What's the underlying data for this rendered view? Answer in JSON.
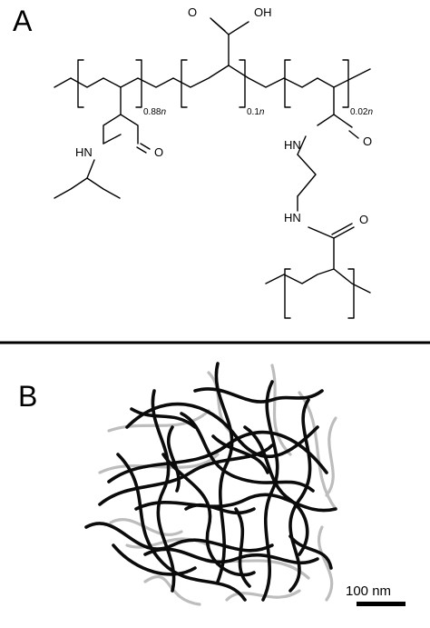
{
  "panel_a": {
    "label": "A",
    "atoms": {
      "oh": "OH",
      "o_acid": "O",
      "nh_left": "HN",
      "o_left": "O",
      "nh_right_top": "HN",
      "o_right": "O",
      "nh_right_bottom": "HN",
      "o_crosslink": "O"
    },
    "subscripts": {
      "unit1_value": "0.88",
      "unit1_var": "n",
      "unit2_value": "0.1",
      "unit2_var": "n",
      "unit3_value": "0.02",
      "unit3_var": "n"
    }
  },
  "divider": {
    "color": "#000000"
  },
  "panel_b": {
    "label": "B",
    "scale_bar": {
      "label": "100 nm"
    },
    "fiber_colors": {
      "dark": "#0b0b0b",
      "light": "#bdbdbd"
    }
  }
}
